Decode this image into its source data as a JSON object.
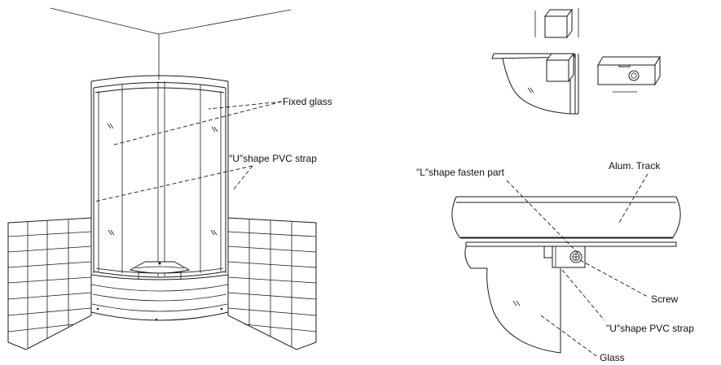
{
  "labels": {
    "fixed_glass": "Fixed glass",
    "u_strap_left": "″U″shape PVC strap",
    "l_fasten": "″L″shape fasten part",
    "alum_track": "Alum. Track",
    "screw": "Screw",
    "u_strap_right": "\"U″shape PVC strap",
    "glass": "Glass"
  }
}
